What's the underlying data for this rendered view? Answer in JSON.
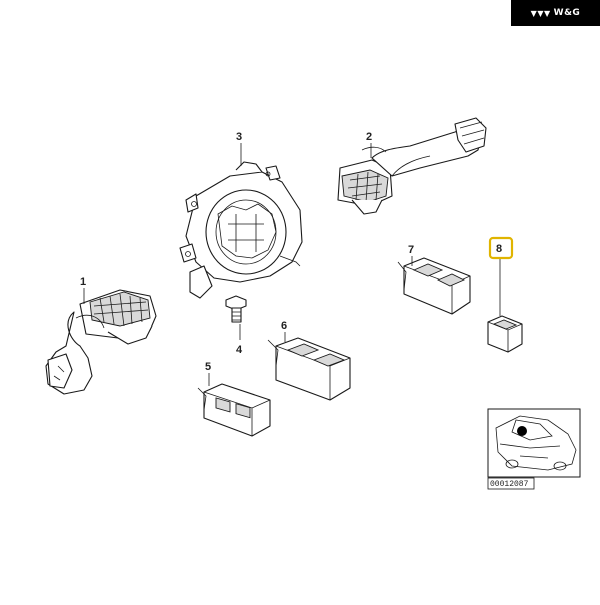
{
  "brand": {
    "label": "W&G",
    "mark": "▼▼▼"
  },
  "callouts": [
    "1",
    "2",
    "3",
    "4",
    "5",
    "6",
    "7",
    "8"
  ],
  "highlighted_callout": "8",
  "highlight_color": "#e0b400",
  "reference_number": "00012087",
  "icons": {
    "part_1": "stalk-switch-turn-signal-icon",
    "part_2": "stalk-switch-wiper-icon",
    "part_3": "steering-column-switch-housing-icon",
    "part_4": "screw-icon",
    "part_5": "switch-module-icon",
    "part_6": "switch-module-icon",
    "part_7": "switch-module-icon",
    "part_8": "small-switch-icon",
    "vehicle": "car-location-thumbnail-icon"
  }
}
